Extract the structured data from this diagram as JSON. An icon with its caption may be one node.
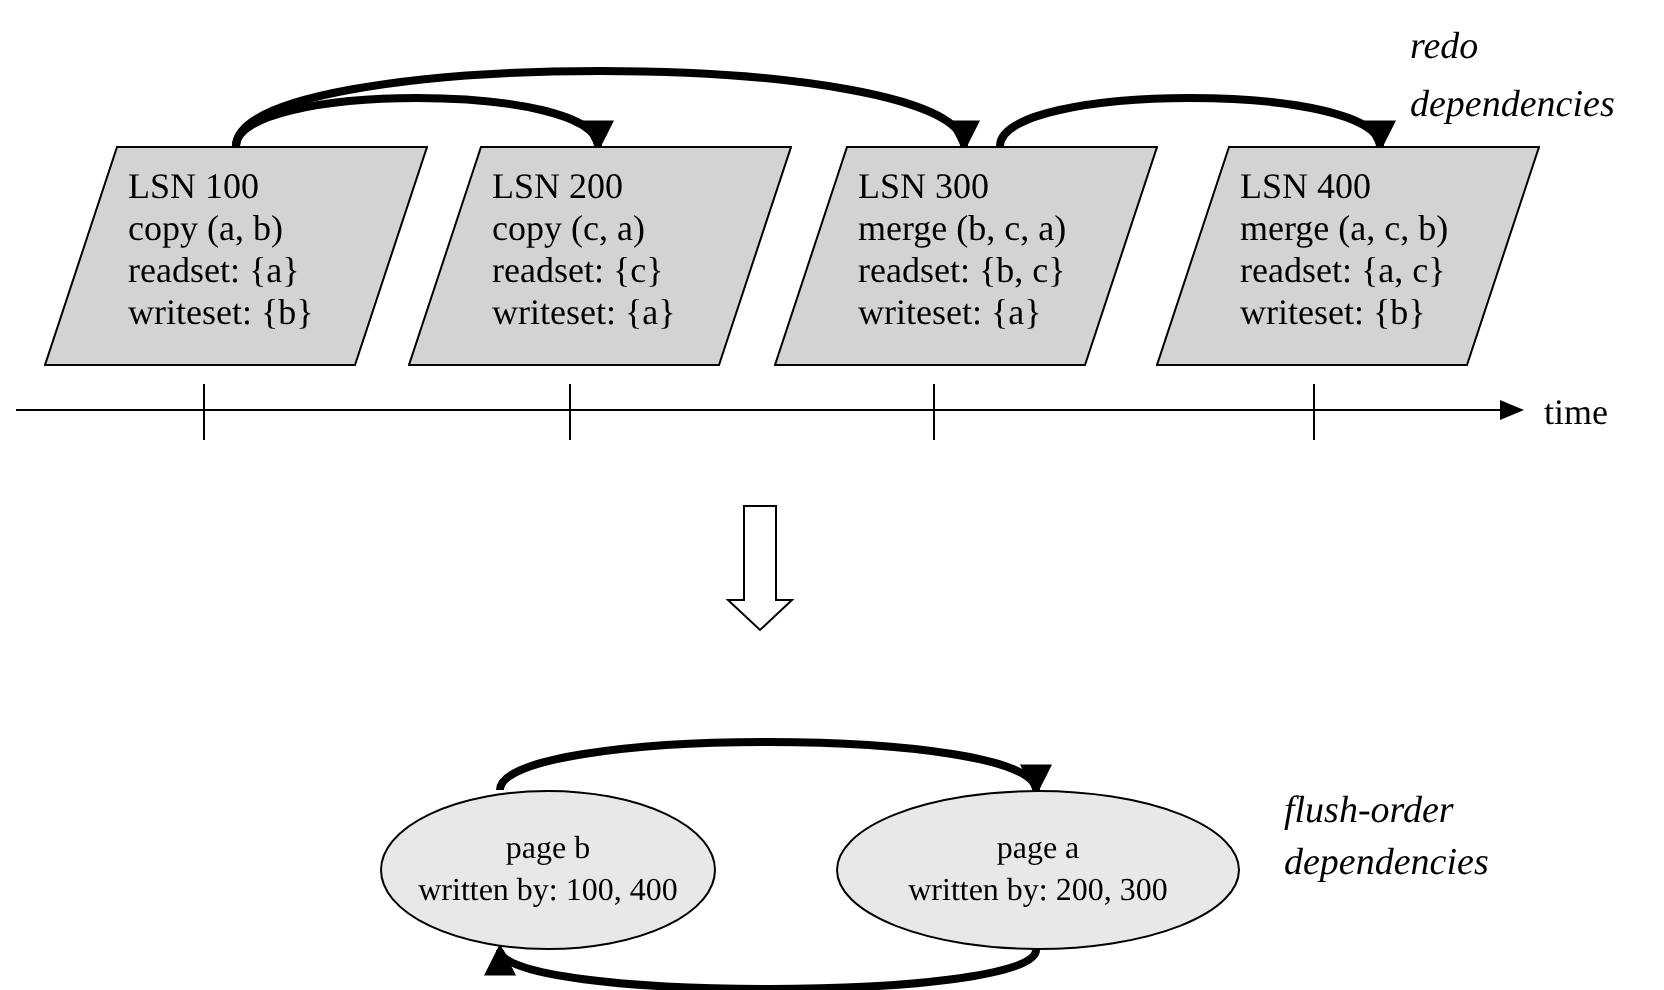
{
  "diagram": {
    "nodes": [
      {
        "text": [
          "LSN 100",
          "copy (a, b)",
          "readset: {a}",
          "writeset: {b}"
        ]
      },
      {
        "text": [
          "LSN 200",
          "copy (c, a)",
          "readset: {c}",
          "writeset: {a}"
        ]
      },
      {
        "text": [
          "LSN 300",
          "merge (b, c, a)",
          "readset: {b, c}",
          "writeset: {a}"
        ]
      },
      {
        "text": [
          "LSN 400",
          "merge (a, c, b)",
          "readset: {a, c}",
          "writeset: {b}"
        ]
      },
      {
        "text": [
          "page b",
          "written by: 100, 400"
        ]
      },
      {
        "text": [
          "page a",
          "written by: 200, 300"
        ]
      }
    ],
    "edges": [
      {
        "from": 0,
        "to": 1,
        "arrow": "to"
      },
      {
        "from": 0,
        "to": 2,
        "arrow": "to"
      },
      {
        "from": 2,
        "to": 3,
        "arrow": "to"
      },
      {
        "from": 4,
        "to": 5,
        "arrow": "to"
      },
      {
        "from": 5,
        "to": 4,
        "arrow": "to"
      }
    ],
    "labels": [
      "redo dependencies",
      "time",
      "flush-order dependencies"
    ]
  }
}
